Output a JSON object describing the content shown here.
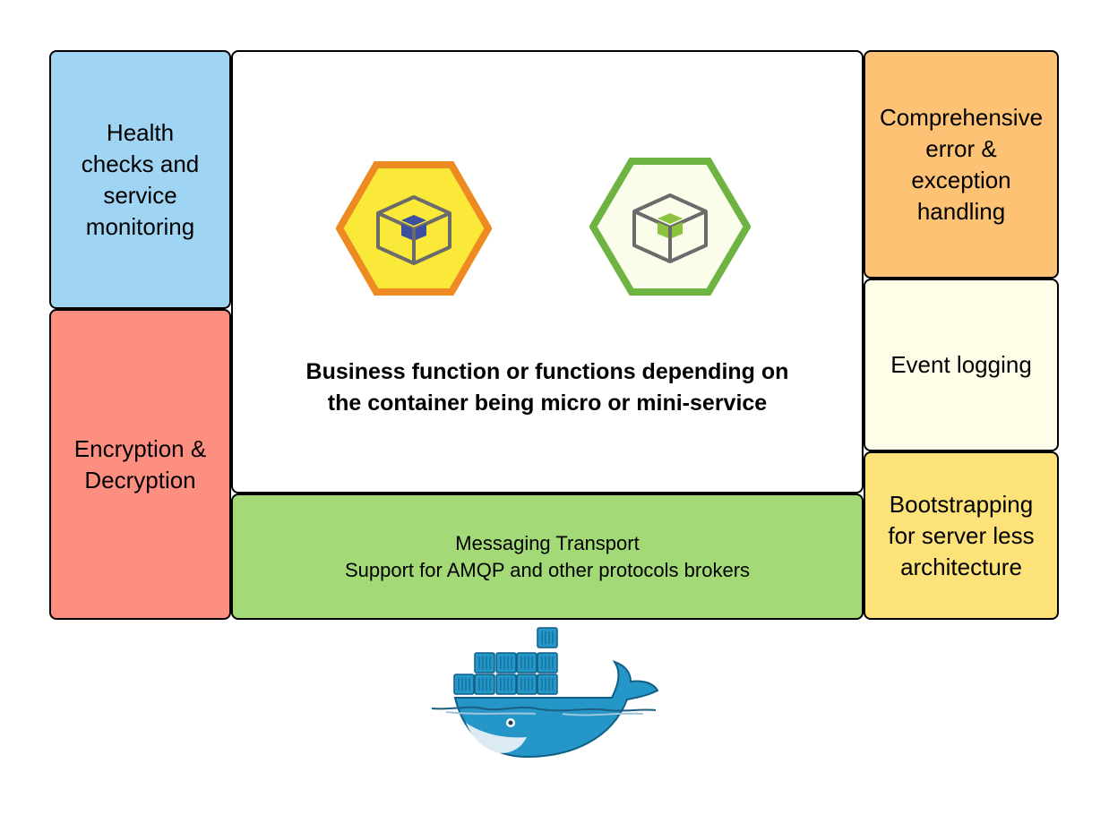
{
  "colors": {
    "health": "#9fd4f3",
    "encryption": "#fd8f80",
    "transport": "#a3d977",
    "errors": "#fdc274",
    "logging": "#fefee8",
    "bootstrapping": "#fde27a",
    "hex_orange_border": "#ee8a22",
    "hex_orange_fill": "#fbe93a",
    "hex_green_border": "#6db443",
    "hex_green_fill": "#fbfdeb",
    "docker_blue": "#2496c8"
  },
  "left": {
    "health_label": "Health\nchecks and\nservice\nmonitoring",
    "encryption_label": "Encryption &\nDecryption"
  },
  "center": {
    "description": "Business function or functions depending on\nthe container  being micro or mini-service",
    "icons": [
      "box-orange-hex-icon",
      "box-green-hex-icon"
    ]
  },
  "transport": {
    "label": "Messaging Transport\nSupport for AMQP and other protocols brokers"
  },
  "right": {
    "errors_label": "Comprehensive\nerror &\nexception\nhandling",
    "logging_label": "Event logging",
    "bootstrapping_label": "Bootstrapping\nfor server less\narchitecture"
  },
  "footer": {
    "logo": "docker-whale-icon"
  }
}
